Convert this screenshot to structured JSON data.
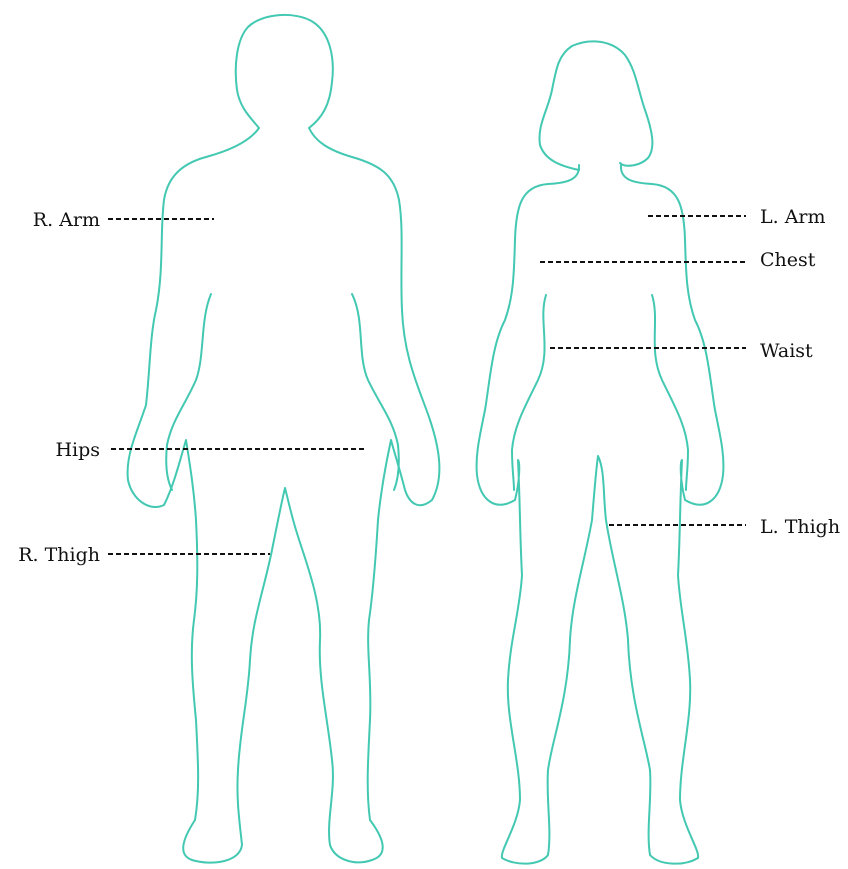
{
  "colors": {
    "outline": "#43c8b2",
    "leader": "#111111",
    "label": "#111111",
    "background": "#ffffff"
  },
  "labels": {
    "r_arm": "R. Arm",
    "hips": "Hips",
    "r_thigh": "R. Thigh",
    "l_arm": "L. Arm",
    "chest": "Chest",
    "waist": "Waist",
    "l_thigh": "L. Thigh"
  }
}
